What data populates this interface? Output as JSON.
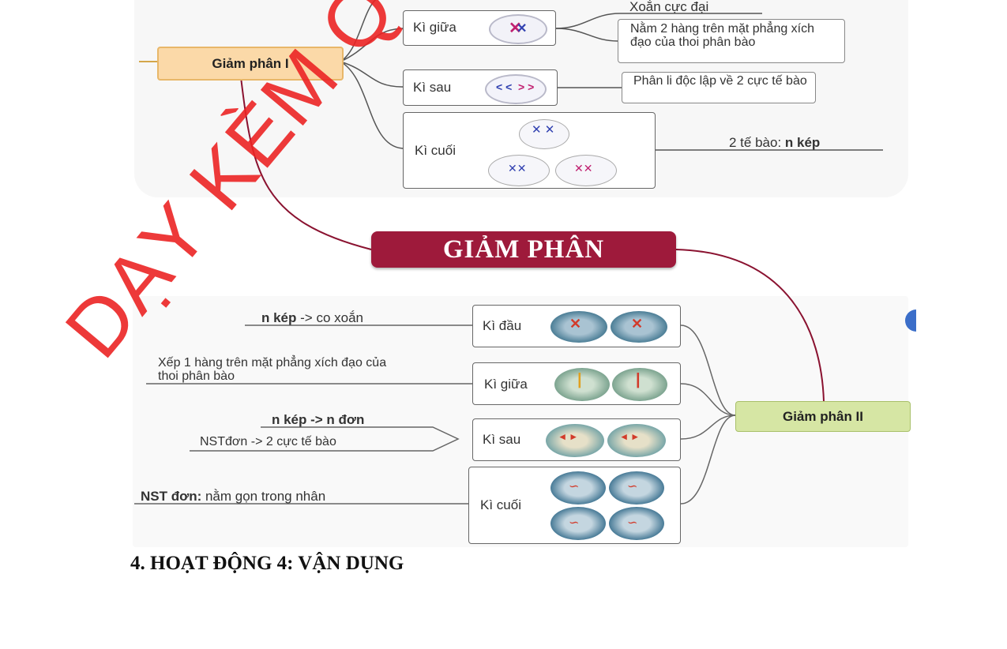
{
  "main_node": "GIẢM PHÂN",
  "meiosis1": {
    "title": "Giảm phân I",
    "phases": [
      {
        "label": "Kì giữa",
        "notes": [
          "Xoắn cực đại",
          "Nằm 2 hàng trên mặt phẳng xích đạo của thoi phân bào"
        ]
      },
      {
        "label": "Kì sau",
        "notes": [
          "Phân li độc lập về 2 cực tế bào"
        ]
      },
      {
        "label": "Kì cuối",
        "notes": [
          "2 tế bào: ",
          "n kép"
        ]
      }
    ]
  },
  "meiosis2": {
    "title": "Giảm phân II",
    "phases": [
      {
        "label": "Kì đầu",
        "note_bold": "n kép",
        "note_rest": " -> co xoắn"
      },
      {
        "label": "Kì giữa",
        "note": "Xếp 1 hàng trên mặt phẳng xích đạo của thoi phân bào"
      },
      {
        "label": "Kì sau",
        "note_bold": "n kép -> n đơn",
        "note2": "NSTđơn -> 2 cực tế bào"
      },
      {
        "label": "Kì cuối",
        "note_bold": "NST đơn:",
        "note_rest": " nằm gọn trong nhân"
      }
    ]
  },
  "heading": "4. HOẠT ĐỘNG 4: VẬN DỤNG",
  "watermark": "DẠY KÈM QUY NHƠN",
  "colors": {
    "main": "#9e1a3b",
    "gp1": "#fbd9a8",
    "gp2": "#d6e6a4",
    "watermark": "#eb2323"
  }
}
